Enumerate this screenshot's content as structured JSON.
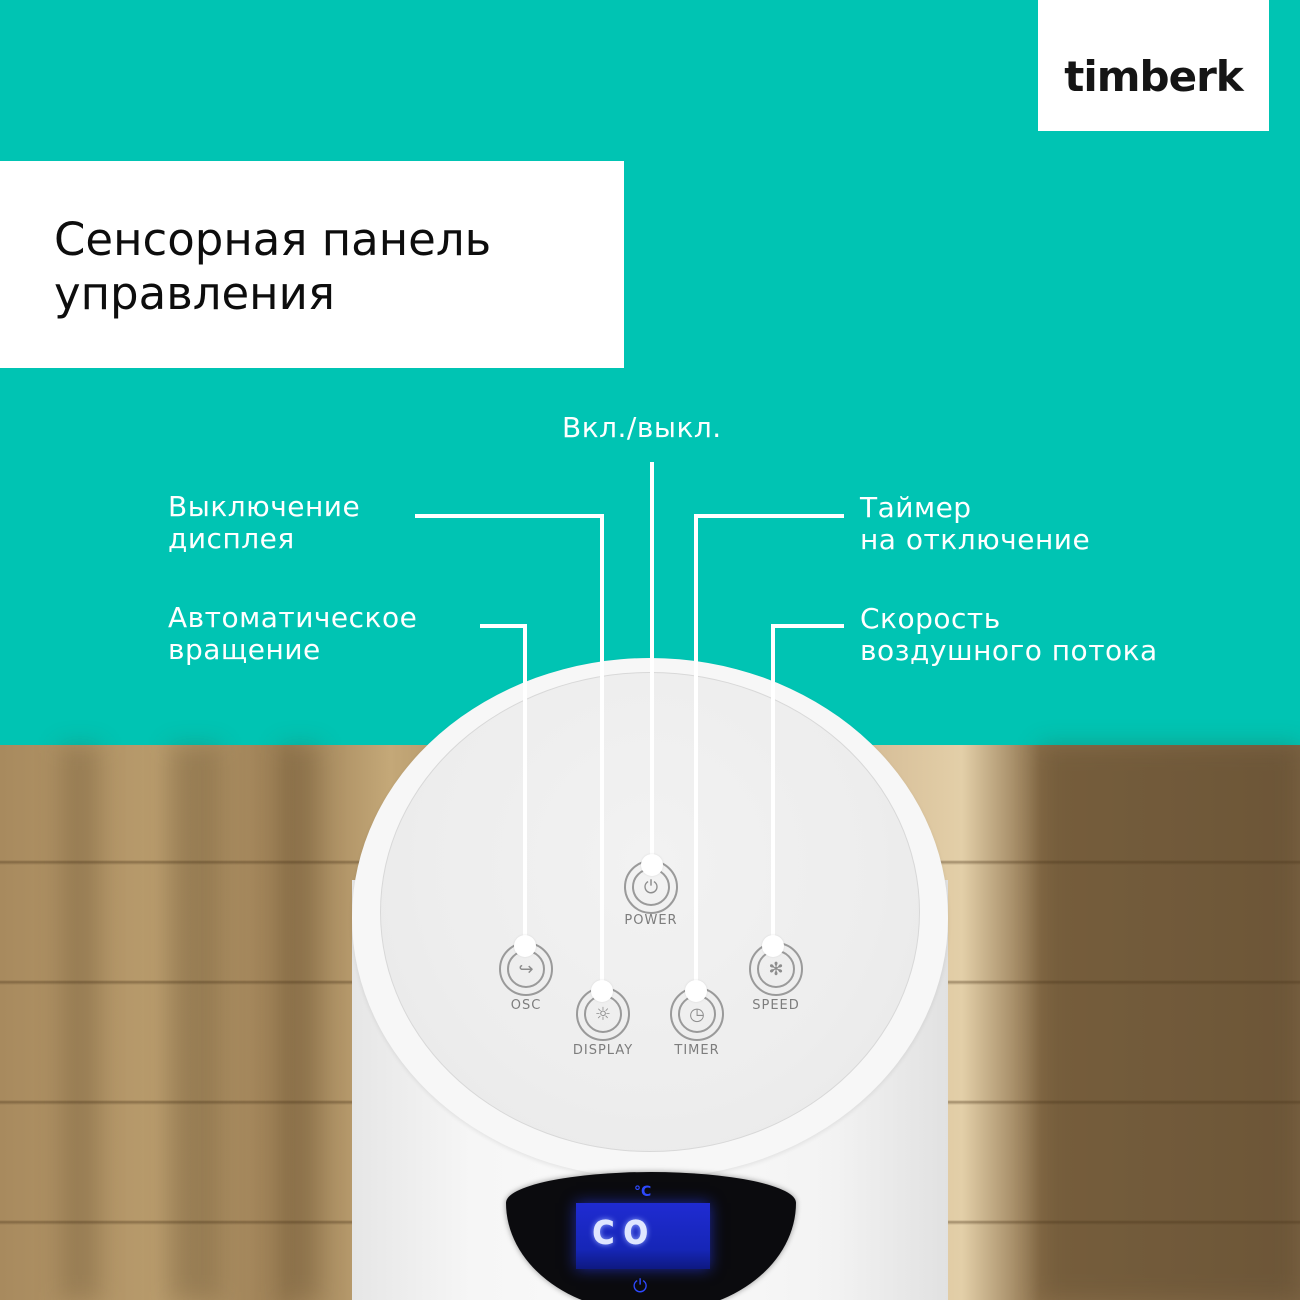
{
  "brand": {
    "logo": "timberk"
  },
  "title": {
    "text": "Сенсорная панель\nуправления"
  },
  "colors": {
    "accent": "#00c4b3",
    "white": "#ffffff",
    "text_dark": "#0d0d0d",
    "display_blue": "#1f2bd2"
  },
  "callouts": [
    {
      "id": "power",
      "label": "Вкл./выкл."
    },
    {
      "id": "display",
      "label": "Выключение\nдисплея"
    },
    {
      "id": "osc",
      "label": "Автоматическое\nвращение"
    },
    {
      "id": "timer",
      "label": "Таймер\nна отключение"
    },
    {
      "id": "speed",
      "label": "Скорость\nвоздушного потока"
    }
  ],
  "panel": {
    "buttons": [
      {
        "id": "power",
        "caption": "POWER",
        "icon": "power-icon",
        "glyph": "⏻"
      },
      {
        "id": "osc",
        "caption": "OSC",
        "icon": "rotate-arrow-icon",
        "glyph": "↪"
      },
      {
        "id": "display",
        "caption": "DISPLAY",
        "icon": "sun-icon",
        "glyph": "☼"
      },
      {
        "id": "timer",
        "caption": "TIMER",
        "icon": "clock-icon",
        "glyph": "◷"
      },
      {
        "id": "speed",
        "caption": "SPEED",
        "icon": "fan-icon",
        "glyph": "✻"
      }
    ],
    "display": {
      "digits": "co",
      "unit": "°C",
      "power_glyph": "⏻"
    }
  }
}
